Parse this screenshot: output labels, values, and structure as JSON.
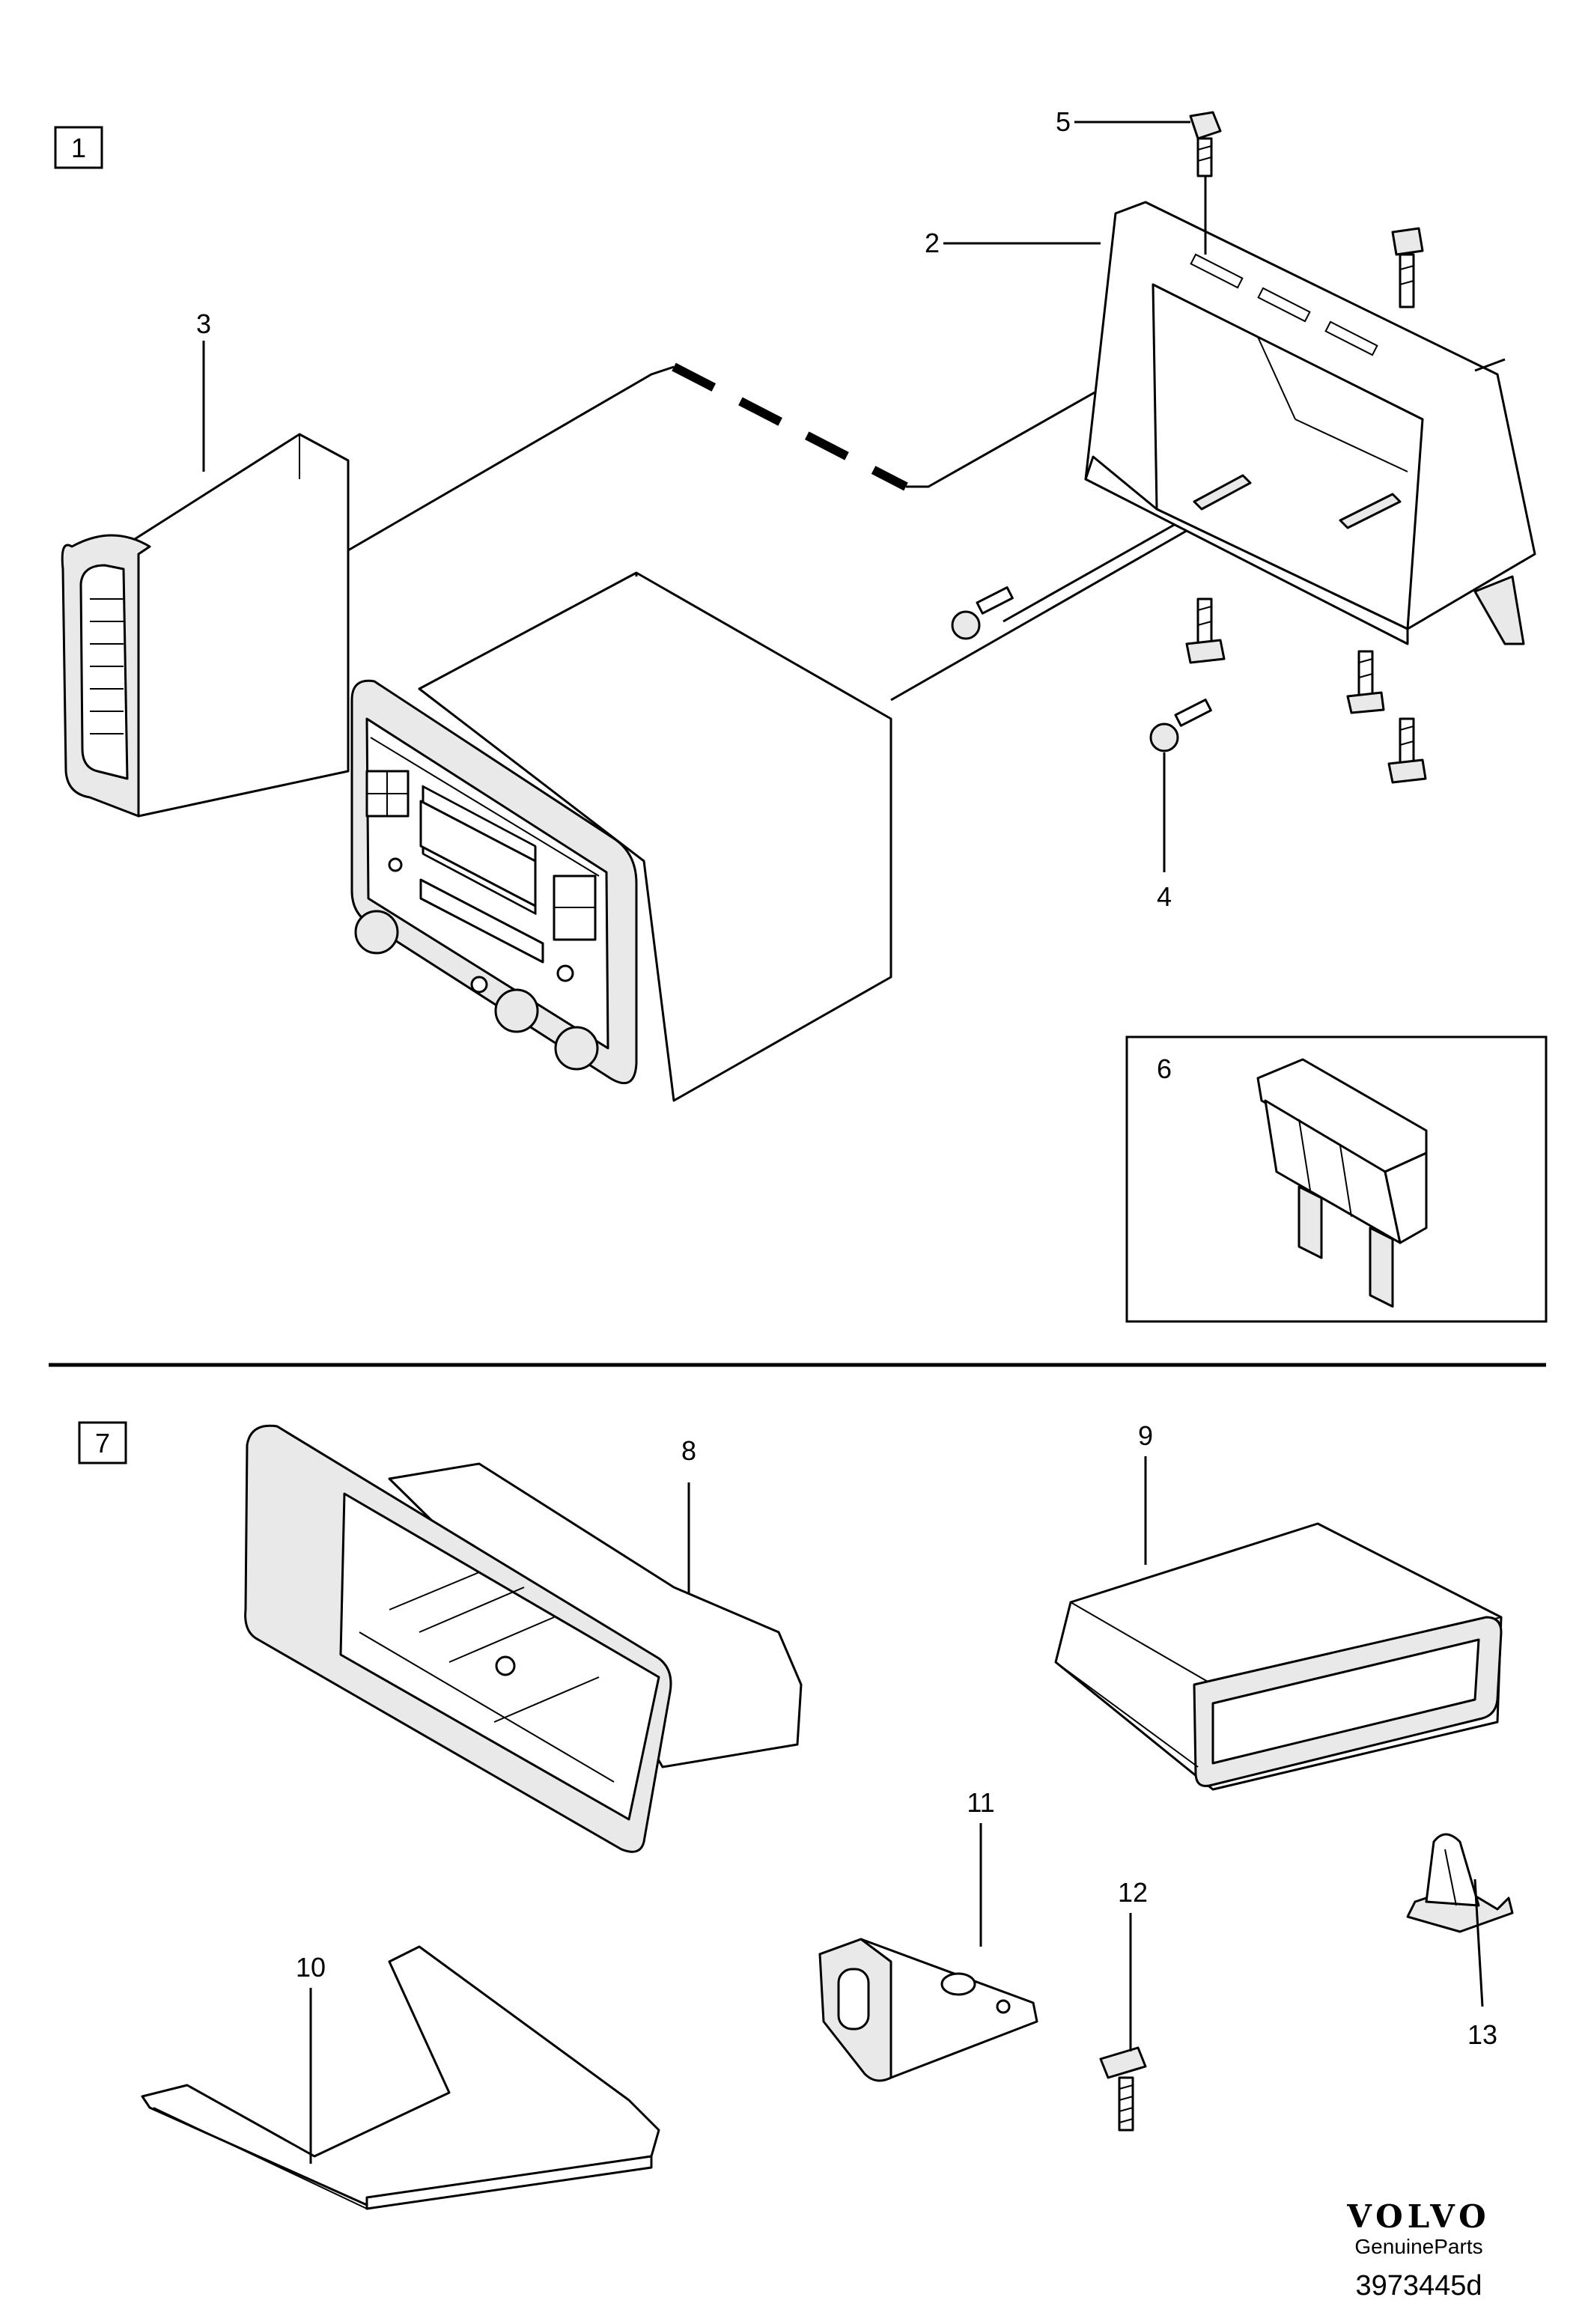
{
  "sections": [
    {
      "box_label": "1"
    },
    {
      "box_label": "7"
    }
  ],
  "callouts": [
    "2",
    "3",
    "4",
    "5",
    "6",
    "8",
    "9",
    "10",
    "11",
    "12",
    "13"
  ],
  "brand": {
    "logo_text": "VOLVO",
    "sub_text": "GenuineParts",
    "doc_id": "3973445d"
  }
}
